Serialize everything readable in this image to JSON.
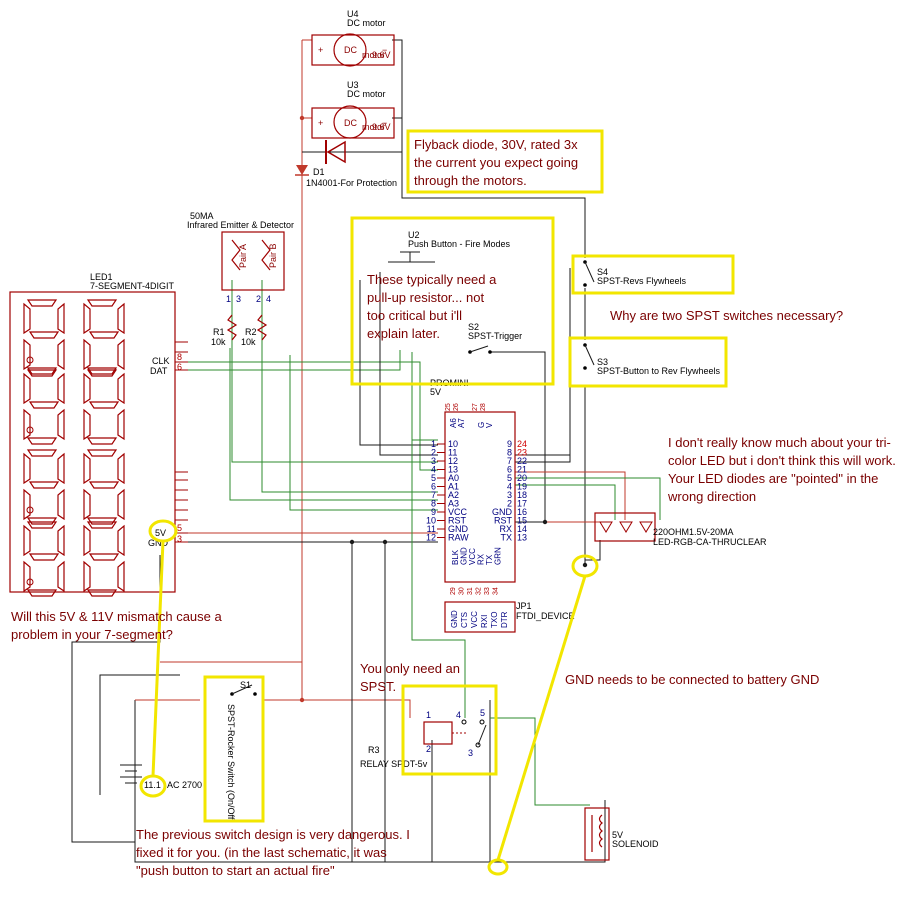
{
  "motors": {
    "u4": {
      "ref": "U4",
      "name": "DC motor",
      "dc": "DC",
      "rating": "9.6V",
      "motor": "motor"
    },
    "u3": {
      "ref": "U3",
      "name": "DC motor",
      "dc": "DC",
      "rating": "9.6V",
      "motor": "motor"
    }
  },
  "diode": {
    "ref": "D1",
    "name": "1N4001-For Protection"
  },
  "ir": {
    "current": "50MA",
    "name": "Infrared Emitter & Detector",
    "pair_a": "Pair A",
    "pair_b": "Pair B",
    "pins": [
      "1",
      "3",
      "2",
      "4"
    ]
  },
  "resistors": {
    "r1": "R1",
    "r1_val": "10k",
    "r2": "R2",
    "r2_val": "10k"
  },
  "display": {
    "ref": "LED1",
    "name": "7-SEGMENT-4DIGIT",
    "clk": "CLK",
    "dat": "DAT",
    "v5": "5V",
    "gnd": "GND",
    "pin8": "8",
    "pin6": "6",
    "pin5": "5",
    "pin3": "3"
  },
  "button_u2": {
    "ref": "U2",
    "name": "Push Button - Fire Modes"
  },
  "s2": {
    "ref": "S2",
    "name": "SPST-Trigger"
  },
  "s4": {
    "ref": "S4",
    "name": "SPST-Revs Flywheels"
  },
  "s3": {
    "ref": "S3",
    "name": "SPST-Button to Rev Flywheels"
  },
  "promini": {
    "name": "PROMINI",
    "voltage": "5V",
    "top_pins": [
      "A6",
      "A7",
      "G",
      "V"
    ],
    "top_nums": [
      "25",
      "26",
      "27",
      "28"
    ],
    "left_nums": [
      "1",
      "2",
      "3",
      "4",
      "5",
      "6",
      "7",
      "8",
      "9",
      "10",
      "11",
      "12"
    ],
    "left_labels": [
      "10",
      "11",
      "12",
      "13",
      "A0",
      "A1",
      "A2",
      "A3",
      "VCC",
      "RST",
      "GND",
      "RAW"
    ],
    "right_labels": [
      "9",
      "8",
      "7",
      "6",
      "5",
      "4",
      "3",
      "2",
      "GND",
      "RST",
      "RX",
      "TX"
    ],
    "right_nums": [
      "24",
      "23",
      "22",
      "21",
      "20",
      "19",
      "18",
      "17",
      "16",
      "15",
      "14",
      "13"
    ],
    "bottom_labels": [
      "BLK",
      "GND",
      "VCC",
      "RX",
      "TX",
      "GRN"
    ],
    "bottom_nums": [
      "29",
      "30",
      "31",
      "32",
      "33",
      "34"
    ]
  },
  "ftdi": {
    "ref": "JP1",
    "name": "FTDI_DEVICE",
    "pins": [
      "GND",
      "CTS",
      "VCC",
      "RXI",
      "TXO",
      "DTR"
    ]
  },
  "rgb": {
    "value": "220OHM1.5V-20MA",
    "name": "LED-RGB-CA-THRUCLEAR"
  },
  "s1": {
    "ref": "S1",
    "name": "SPST-Rocker Switch (On/Off)"
  },
  "battery": {
    "label": "11.1",
    "suffix": "AC 2700"
  },
  "relay": {
    "ref": "R3",
    "name": "RELAY SPDT-5v",
    "pins": [
      "1",
      "4",
      "5",
      "2",
      "3"
    ]
  },
  "solenoid": {
    "volt": "5V",
    "name": "SOLENOID"
  },
  "notes": {
    "flyback": [
      "Flyback diode, 30V, rated 3x",
      "the current you expect going",
      "through the motors."
    ],
    "pullup": [
      "These typically need a",
      "pull-up resistor... not",
      "too critical but i'll",
      "explain later."
    ],
    "two_spst": "Why are two SPST switches necessary?",
    "tricolor": [
      "I don't really know much about your tri-",
      "color LED but i don't think this will work.",
      "Your LED diodes are \"pointed\" in the",
      "wrong direction"
    ],
    "mismatch": [
      "Will this 5V & 11V mismatch cause a",
      "problem in your 7-segment?"
    ],
    "only_spst": [
      "You only need an",
      "SPST."
    ],
    "gnd_battery": "GND needs to be connected to battery GND",
    "previous_switch": [
      "The previous switch design is very dangerous. I",
      "fixed it for you. (in the last schematic, it was",
      "\"push button to start an actual fire\""
    ]
  },
  "colors": {
    "wire_red": "#c0392b",
    "wire_green": "#2e8b2e",
    "wire_black": "#1a1a1a",
    "highlight": "#f2e600",
    "note_text": "#7a0000"
  }
}
